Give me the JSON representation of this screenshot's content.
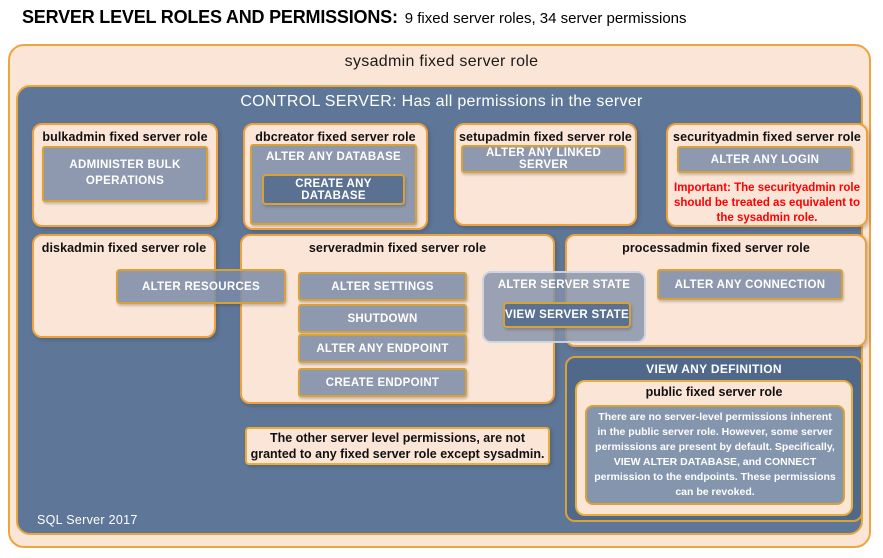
{
  "colors": {
    "peach_fill": "#FBE5D6",
    "orange_border": "#EDA03C",
    "gold_border": "#D9A236",
    "slate_blue": "#5E7697",
    "dark_slate": "#50688A",
    "permission_fill": "#8C99AF",
    "warning_red": "#FF0000"
  },
  "title": {
    "main": "SERVER LEVEL ROLES AND PERMISSIONS:",
    "sub": "9 fixed server roles, 34 server permissions"
  },
  "sysadmin_label": "sysadmin fixed server role",
  "control_label": "CONTROL SERVER: Has all permissions in the server",
  "footer": "SQL Server 2017",
  "roles": {
    "bulkadmin": {
      "label": "bulkadmin fixed server role",
      "perm": "ADMINISTER BULK OPERATIONS"
    },
    "dbcreator": {
      "label": "dbcreator fixed server role",
      "perm": "ALTER ANY DATABASE",
      "nested_perm": "CREATE ANY DATABASE"
    },
    "setupadmin": {
      "label": "setupadmin fixed server role",
      "perm": "ALTER ANY LINKED SERVER"
    },
    "securityadmin": {
      "label": "securityadmin fixed server role",
      "perm": "ALTER ANY LOGIN",
      "warning": "Important: The securityadmin role should be treated as equivalent to the sysadmin role."
    },
    "diskadmin": {
      "label": "diskadmin fixed server role",
      "perm": "ALTER RESOURCES"
    },
    "serveradmin": {
      "label": "serveradmin fixed server role",
      "perms": [
        "ALTER SETTINGS",
        "SHUTDOWN",
        "ALTER ANY ENDPOINT",
        "CREATE ENDPOINT"
      ],
      "overlap_perm": "ALTER SERVER STATE",
      "overlap_nested_perm": "VIEW SERVER STATE"
    },
    "processadmin": {
      "label": "processadmin fixed server role",
      "perm": "ALTER ANY CONNECTION"
    },
    "public": {
      "container_perm": "VIEW ANY DEFINITION",
      "label": "public fixed server role",
      "description": "There are no server-level permissions inherent in the public server role. However, some server permissions are present by default. Specifically, VIEW ALTER DATABASE, and CONNECT permission to the endpoints. These permissions can be revoked."
    }
  },
  "note": "The other server level permissions, are not granted to any fixed server role except sysadmin."
}
